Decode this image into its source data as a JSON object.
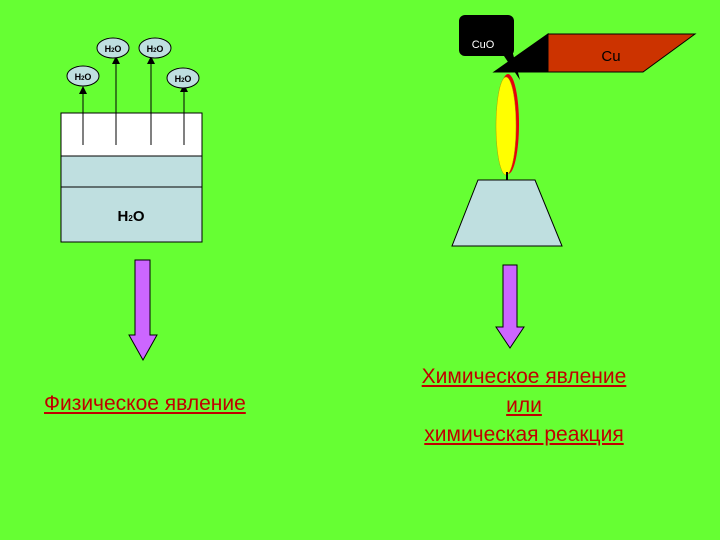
{
  "physical": {
    "water_label": "H",
    "water_sub": "2",
    "water_tail": "O",
    "vapor_bubbles": [
      {
        "main": "H",
        "sub": "2",
        "tail": "O"
      },
      {
        "main": "H",
        "sub": "2",
        "tail": "O"
      },
      {
        "main": "H",
        "sub": "2",
        "tail": "O"
      },
      {
        "main": "H",
        "sub": "2",
        "tail": "O"
      }
    ],
    "caption": "Физическое явление"
  },
  "chemical": {
    "oxide_label": "CuO",
    "metal_label": "Cu",
    "caption_lines": [
      "Химическое явление",
      "или ",
      "химическая реакция"
    ]
  },
  "colors": {
    "background": "#66ff33",
    "beaker_top": "#ffffff",
    "water": "#bfdfe0",
    "arrow_fill": "#cc66ff",
    "copper": "#cc3300",
    "flame": "#ffff00",
    "flame_edge": "#e8000c",
    "caption": "#c00000"
  }
}
